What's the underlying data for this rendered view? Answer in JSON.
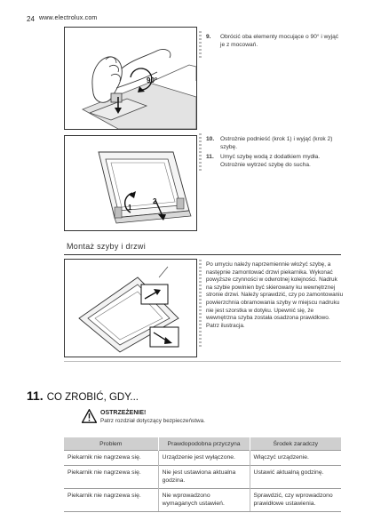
{
  "header": {
    "page_number": "24",
    "site": "www.electrolux.com"
  },
  "figures": {
    "fig1": {
      "angle_label": "90°"
    },
    "fig2": {
      "arrow1": "1",
      "arrow2": "2"
    }
  },
  "steps": [
    {
      "num": "9.",
      "text": "Obrócić oba elementy mocujące o 90° i wyjąć je z mocowań."
    },
    {
      "num": "10.",
      "text": "Ostrożnie podnieść (krok 1) i wyjąć (krok 2) szybę."
    },
    {
      "num": "11.",
      "text": "Umyć szybę wodą z dodatkiem mydła. Ostrożnie wytrzeć szybę do sucha."
    }
  ],
  "section": {
    "title": "Montaż szyby i drzwi",
    "description": "Po umyciu należy naprzemiennie włożyć szybę, a następnie zamontować drzwi piekarnika. Wykonać powyższe czynności w odwrotnej kolejności. Nadruk na szybie powinien być skierowany ku wewnętrznej stronie drzwi. Należy sprawdzić, czy po zamontowaniu powierzchnia obramowania szyby w miejscu nadruku nie jest szorstka w dotyku. Upewnić się, że wewnętrzna szyba została osadzona prawidłowo. Patrz ilustracja."
  },
  "chapter": {
    "number": "11.",
    "title": "CO ZROBIĆ, GDY..."
  },
  "warning": {
    "title": "OSTRZEŻENIE!",
    "text": "Patrz rozdział dotyczący bezpieczeństwa.",
    "icon": "warning-triangle-icon"
  },
  "table": {
    "headers": [
      "Problem",
      "Prawdopodobna przyczyna",
      "Środek zaradczy"
    ],
    "rows": [
      [
        "Piekarnik nie nagrzewa się.",
        "Urządzenie jest wyłączone.",
        "Włączyć urządzenie."
      ],
      [
        "Piekarnik nie nagrzewa się.",
        "Nie jest ustawiona aktualna godzina.",
        "Ustawić aktualną godzinę."
      ],
      [
        "Piekarnik nie nagrzewa się.",
        "Nie wprowadzono wymaganych ustawień.",
        "Sprawdzić, czy wprowadzono prawidłowe ustawienia."
      ]
    ]
  }
}
